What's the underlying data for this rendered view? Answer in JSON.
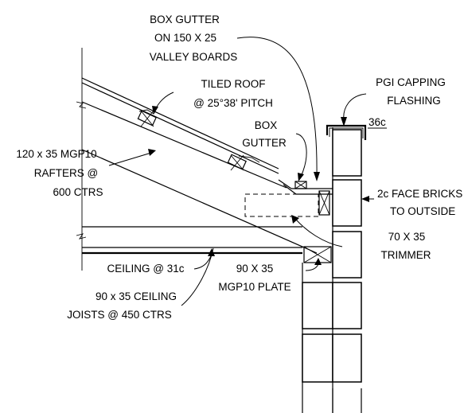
{
  "labels": {
    "box_gutter_valley": [
      "BOX GUTTER",
      "ON 150 X 25",
      "VALLEY BOARDS"
    ],
    "pgi_capping": [
      "PGI CAPPING",
      "FLASHING"
    ],
    "tiled_roof": [
      "TILED ROOF",
      "@ 25°38' PITCH"
    ],
    "box_gutter": [
      "BOX",
      "GUTTER"
    ],
    "capping_code": "36c",
    "rafters": [
      "120 x 35 MGP10",
      "RAFTERS @",
      "600 CTRS"
    ],
    "face_bricks": [
      "2c FACE BRICKS",
      "TO OUTSIDE"
    ],
    "trimmer": [
      "70 X 35",
      "TRIMMER"
    ],
    "ceiling": "CEILING @ 31c",
    "plate": [
      "90 X 35",
      "MGP10 PLATE"
    ],
    "joists": [
      "90 x 35 CEILING",
      "JOISTS @ 450 CTRS"
    ]
  }
}
